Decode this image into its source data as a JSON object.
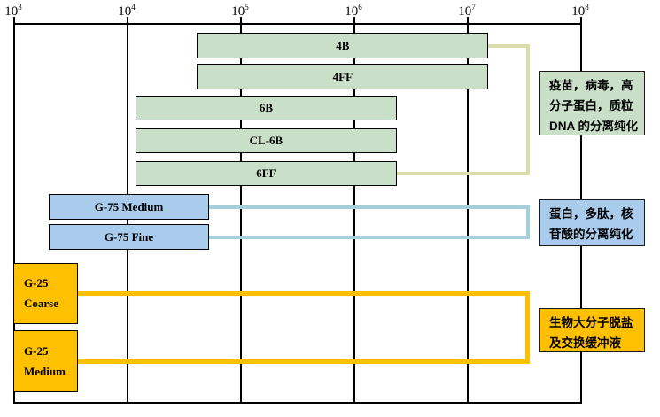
{
  "chart_data": {
    "type": "bar",
    "subtype": "horizontal-log-range",
    "title": "",
    "x_axis": {
      "scale": "log10",
      "position": "top",
      "tick_exponents": [
        3,
        4,
        5,
        6,
        7,
        8
      ],
      "tick_labels": [
        "10³",
        "10⁴",
        "10⁵",
        "10⁶",
        "10⁷",
        "10⁸"
      ],
      "range_exp": [
        3,
        8
      ],
      "grid": true
    },
    "series": [
      {
        "label": "4B",
        "color": "green",
        "exp_range": [
          4.62,
          7.19
        ]
      },
      {
        "label": "4FF",
        "color": "green",
        "exp_range": [
          4.62,
          7.19
        ]
      },
      {
        "label": "6B",
        "color": "green",
        "exp_range": [
          4.08,
          6.38
        ]
      },
      {
        "label": "CL-6B",
        "color": "green",
        "exp_range": [
          4.08,
          6.38
        ]
      },
      {
        "label": "6FF",
        "color": "green",
        "exp_range": [
          4.08,
          6.38
        ]
      },
      {
        "label": "G-75 Medium",
        "color": "blue",
        "exp_range": [
          3.31,
          4.73
        ]
      },
      {
        "label": "G-75 Fine",
        "color": "blue",
        "exp_range": [
          3.31,
          4.73
        ]
      },
      {
        "label": "G-25 Coarse",
        "label_lines": [
          "G-25",
          "Coarse"
        ],
        "color": "yellow",
        "exp_range": [
          3.0,
          3.57
        ]
      },
      {
        "label": "G-25 Medium",
        "label_lines": [
          "G-25",
          "Medium"
        ],
        "color": "yellow",
        "exp_range": [
          3.0,
          3.57
        ]
      }
    ],
    "groups": [
      {
        "name": "sepharose-group",
        "members": [
          "4B",
          "4FF",
          "6B",
          "CL-6B",
          "6FF"
        ],
        "bracket_color_key": "bracket_khaki",
        "annotation_fill": "green",
        "annotation_lines": [
          "疫苗，病毒，高",
          "分子蛋白，质粒",
          "DNA 的分离纯化"
        ]
      },
      {
        "name": "g75-group",
        "members": [
          "G-75 Medium",
          "G-75 Fine"
        ],
        "bracket_color_key": "bracket_blue",
        "annotation_fill": "blue",
        "annotation_lines": [
          "蛋白，多肽，核",
          "苷酸的分离纯化"
        ]
      },
      {
        "name": "g25-group",
        "members": [
          "G-25 Coarse",
          "G-25 Medium"
        ],
        "bracket_color_key": "bracket_yellow",
        "annotation_fill": "yellow",
        "annotation_lines": [
          "生物大分子脱盐",
          "及交换缓冲液"
        ]
      }
    ],
    "colors": {
      "green": "#c9dfc8",
      "blue": "#a9cbec",
      "yellow": "#ffc000",
      "bracket_khaki": "#dcdcaa",
      "bracket_blue": "#a5d0da",
      "bracket_yellow": "#ffc000",
      "line": "#000000"
    }
  }
}
